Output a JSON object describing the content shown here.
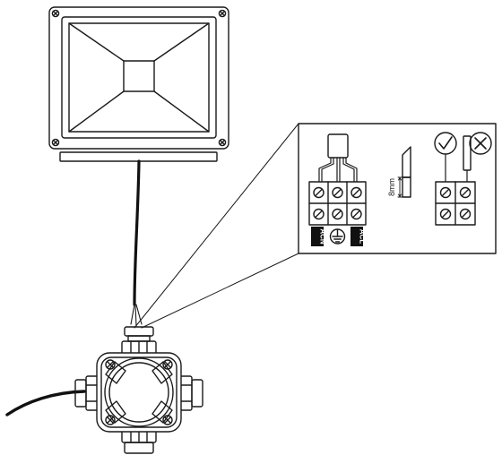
{
  "labels": {
    "strip_length": "8mm",
    "terminal_neutral": "ACN",
    "terminal_live": "ACL"
  },
  "icons": {
    "floodlight": "floodlight-icon",
    "junction_box": "junction-box-icon",
    "earth": "earth-ground-icon",
    "correct": "checkmark-icon",
    "incorrect": "cross-icon"
  },
  "colors": {
    "line": "#1a1a1a",
    "cable": "#111111",
    "background": "#ffffff"
  }
}
